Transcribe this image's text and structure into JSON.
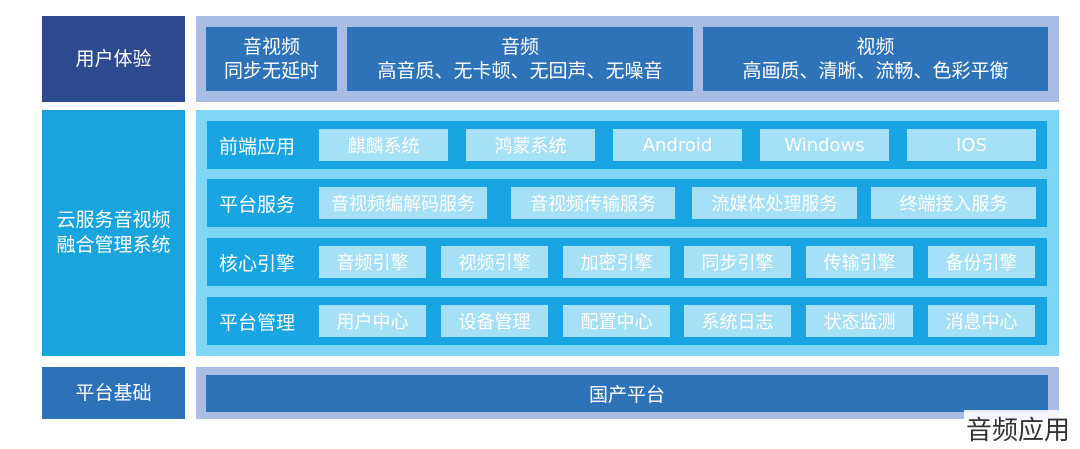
{
  "layers": {
    "user_experience": {
      "label": "用户体验",
      "items": [
        {
          "line1": "音视频",
          "line2": "同步无延时"
        },
        {
          "line1": "音频",
          "line2": "高音质、无卡顿、无回声、无噪音"
        },
        {
          "line1": "视频",
          "line2": "高画质、清晰、流畅、色彩平衡"
        }
      ]
    },
    "cloud_system": {
      "label": "云服务音视频融合管理系统",
      "rows": [
        {
          "label": "前端应用",
          "chips": [
            "麒麟系统",
            "鸿蒙系统",
            "Android",
            "Windows",
            "IOS"
          ]
        },
        {
          "label": "平台服务",
          "chips": [
            "音视频编解码服务",
            "音视频传输服务",
            "流媒体处理服务",
            "终端接入服务"
          ]
        },
        {
          "label": "核心引擎",
          "chips": [
            "音频引擎",
            "视频引擎",
            "加密引擎",
            "同步引擎",
            "传输引擎",
            "备份引擎"
          ]
        },
        {
          "label": "平台管理",
          "chips": [
            "用户中心",
            "设备管理",
            "配置中心",
            "系统日志",
            "状态监测",
            "消息中心"
          ]
        }
      ]
    },
    "platform_base": {
      "label": "平台基础",
      "content": "国产平台"
    }
  },
  "watermark": "音频应用",
  "colors": {
    "dark_blue": "#2e4a8f",
    "mid_blue": "#2e72b8",
    "cyan": "#18a5e2",
    "light_cyan": "#a6e0f6",
    "pale_blue": "#a9bde4"
  }
}
